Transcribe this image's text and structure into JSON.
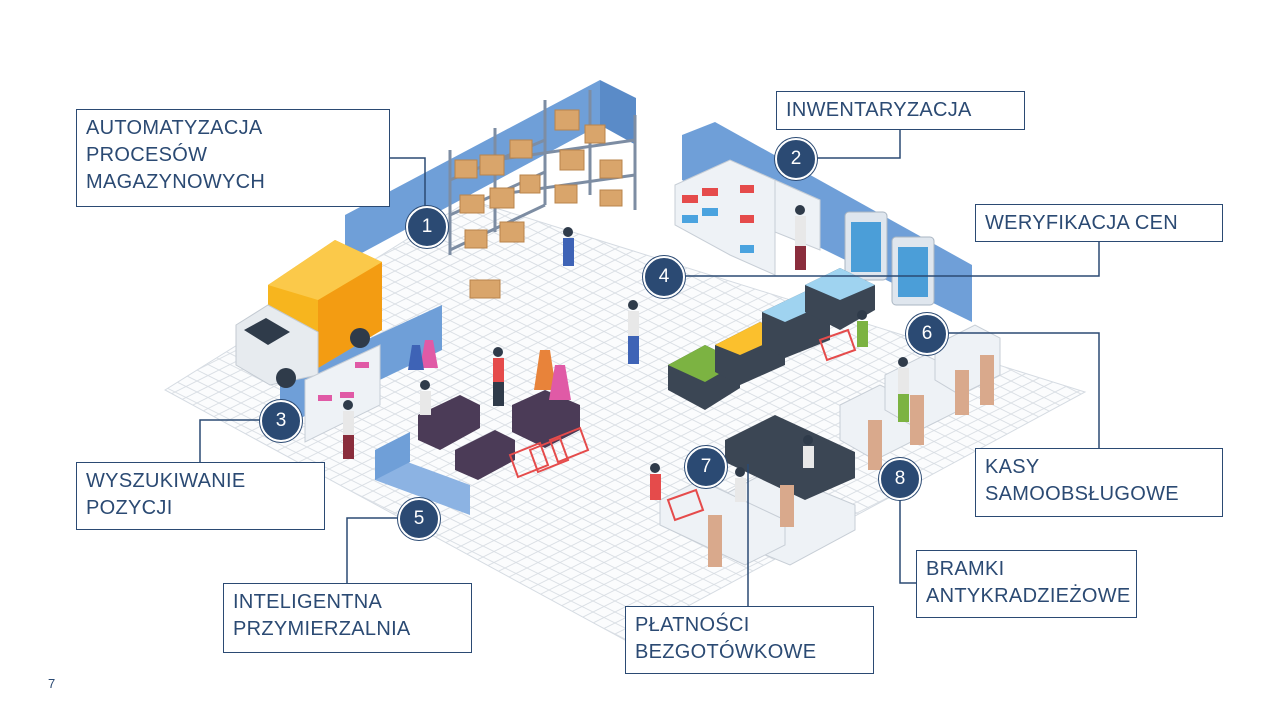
{
  "labels": [
    {
      "id": 1,
      "lines": [
        "AUTOMATYZACJA",
        "PROCESÓW",
        "MAGAZYNOWYCH"
      ]
    },
    {
      "id": 2,
      "lines": [
        "INWENTARYZACJA"
      ]
    },
    {
      "id": 3,
      "lines": [
        "WYSZUKIWANIE",
        "POZYCJI"
      ]
    },
    {
      "id": 4,
      "lines": [
        "WERYFIKACJA CEN"
      ]
    },
    {
      "id": 5,
      "lines": [
        "INTELIGENTNA",
        "PRZYMIERZALNIA"
      ]
    },
    {
      "id": 6,
      "lines": [
        "KASY",
        "SAMOOBSŁUGOWE"
      ]
    },
    {
      "id": 7,
      "lines": [
        "PŁATNOŚCI",
        "BEZGOTÓWKOWE"
      ]
    },
    {
      "id": 8,
      "lines": [
        "BRAMKI",
        "ANTYKRADZIEŻOWE"
      ]
    }
  ],
  "markers": [
    "1",
    "2",
    "3",
    "4",
    "5",
    "6",
    "7",
    "8"
  ],
  "page_number": "7",
  "colors": {
    "accent": "#2b4a73",
    "wall": "#6f9fd8",
    "truck": "#f7b51e",
    "floor_grid": "#d8dde3"
  }
}
